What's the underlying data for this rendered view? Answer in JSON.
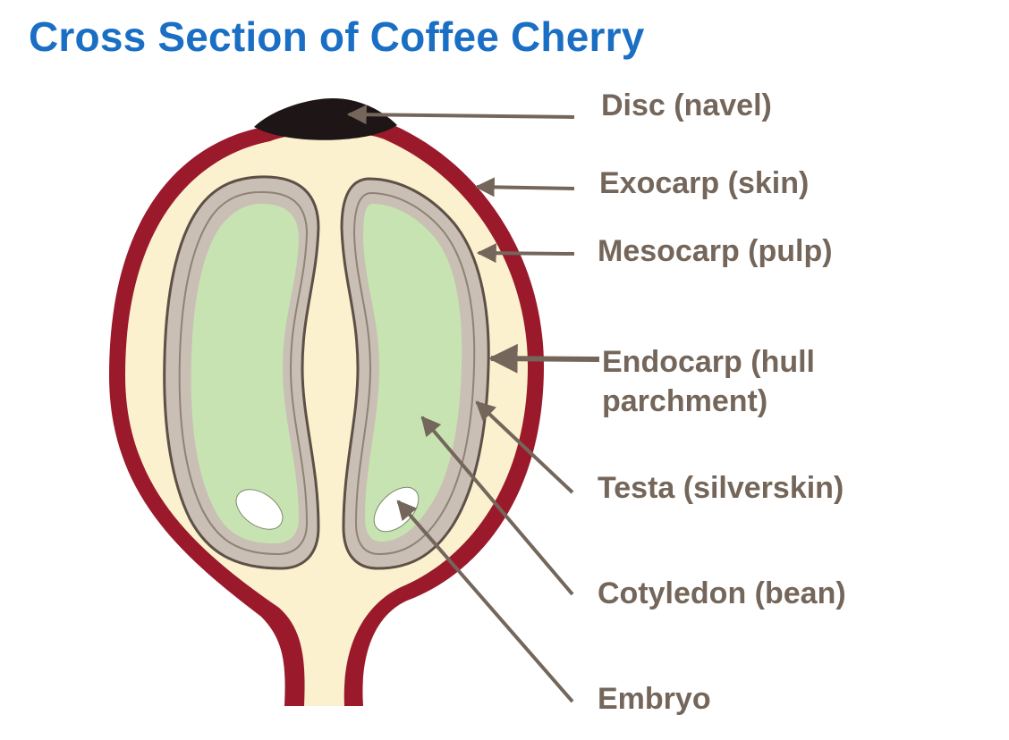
{
  "title": "Cross Section of Coffee Cherry",
  "labels": {
    "disc": "Disc (navel)",
    "exocarp": "Exocarp (skin)",
    "mesocarp": "Mesocarp (pulp)",
    "endocarp_line1": "Endocarp (hull",
    "endocarp_line2": "parchment)",
    "testa": "Testa (silverskin)",
    "cotyledon": "Cotyledon (bean)",
    "embryo": "Embryo"
  },
  "colors": {
    "title": "#1a6fc4",
    "label": "#74665a",
    "exocarp": "#9a1a2c",
    "mesocarp": "#fbf1cf",
    "endocarp": "#c9bfb5",
    "cotyledon": "#c8e3b2",
    "disc": "#1d1516",
    "outline": "#5e5047",
    "embryo": "#ffffff",
    "arrow": "#74665a"
  }
}
